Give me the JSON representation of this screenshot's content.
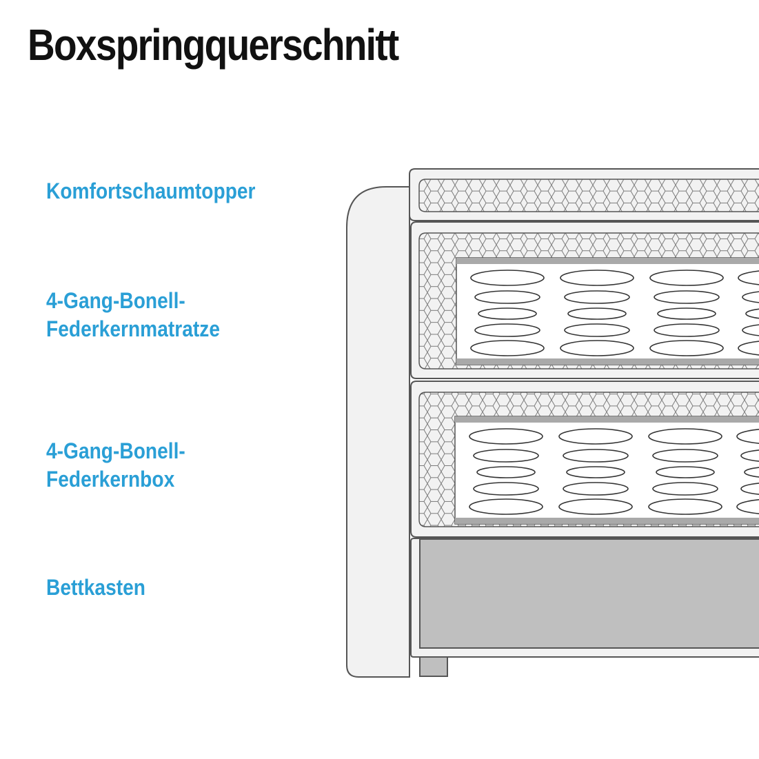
{
  "title": "Boxspringquerschnitt",
  "labels": {
    "topper": [
      "Komfortschaumtopper"
    ],
    "mattress": [
      "4-Gang-Bonell-",
      "Federkernmatratze"
    ],
    "box": [
      "4-Gang-Bonell-",
      "Federkernbox"
    ],
    "base": [
      "Bettkasten"
    ]
  },
  "colors": {
    "label": "#2a9fd6",
    "title": "#111111",
    "outline": "#555555",
    "panel_fill": "#f2f2f2",
    "base_fill": "#bfbfbf",
    "plate_fill": "#a9a9a9"
  }
}
